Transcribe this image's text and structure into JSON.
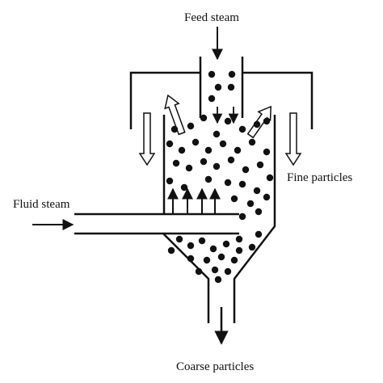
{
  "labels": {
    "feed": "Feed steam",
    "fluid": "Fluid steam",
    "fine": "Fine particles",
    "coarse": "Coarse particles"
  },
  "colors": {
    "line": "#111111",
    "particle": "#111111",
    "background": "#ffffff"
  },
  "components": [
    "feed-inlet-pipe",
    "classifier-chamber",
    "hood",
    "fluid-inlet-pipe",
    "conical-bottom",
    "coarse-outlet-pipe",
    "particles",
    "flow-arrows"
  ]
}
